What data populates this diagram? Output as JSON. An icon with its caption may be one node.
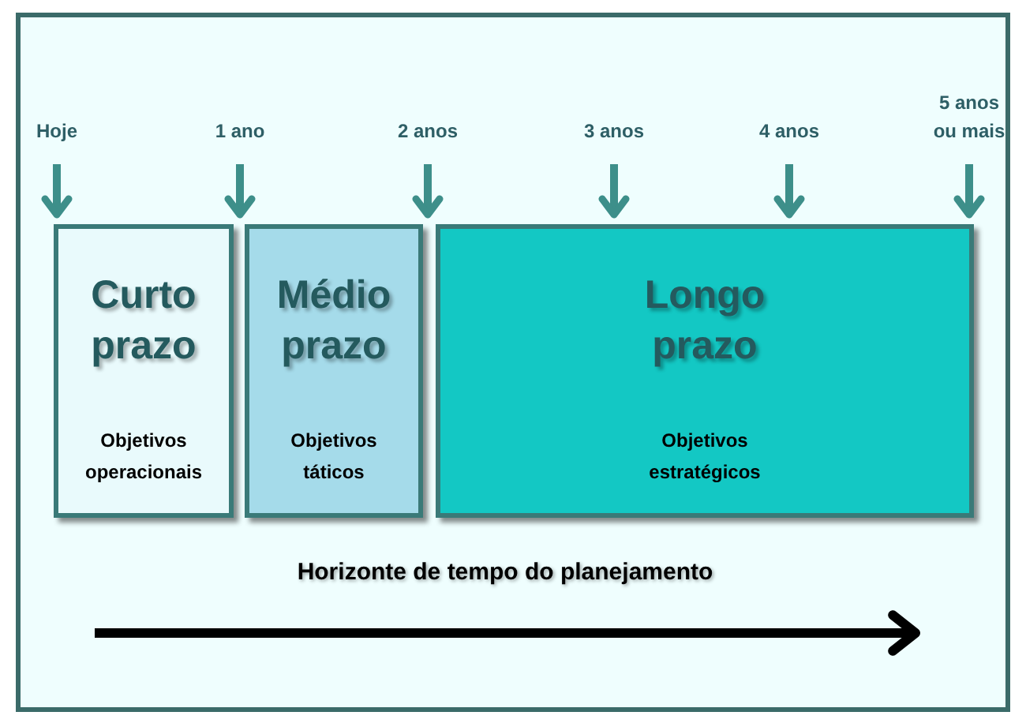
{
  "diagram": {
    "nodes": [
      {
        "text": [
          "Hoje"
        ]
      },
      {
        "text": [
          "1 ano"
        ]
      },
      {
        "text": [
          "2 anos"
        ]
      },
      {
        "text": [
          "3 anos"
        ]
      },
      {
        "text": [
          "4 anos"
        ]
      },
      {
        "text": [
          "5 anos ou mais"
        ]
      },
      {
        "text": [
          "Curto prazo",
          "Objetivos operacionais"
        ]
      },
      {
        "text": [
          "Médio prazo",
          "Objetivos táticos"
        ]
      },
      {
        "text": [
          "Longo prazo",
          "Objetivos estratégicos"
        ]
      }
    ],
    "edges": [
      {
        "from": 0,
        "to": 6,
        "arrow": "to"
      },
      {
        "from": 1,
        "to": 7,
        "arrow": "to"
      },
      {
        "from": 2,
        "to": 8,
        "arrow": "to"
      },
      {
        "from": 3,
        "to": 8,
        "arrow": "to"
      },
      {
        "from": 4,
        "to": 8,
        "arrow": "to"
      },
      {
        "from": 5,
        "to": 8,
        "arrow": "to"
      }
    ],
    "labels": [
      "Horizonte de tempo do planejamento"
    ]
  }
}
